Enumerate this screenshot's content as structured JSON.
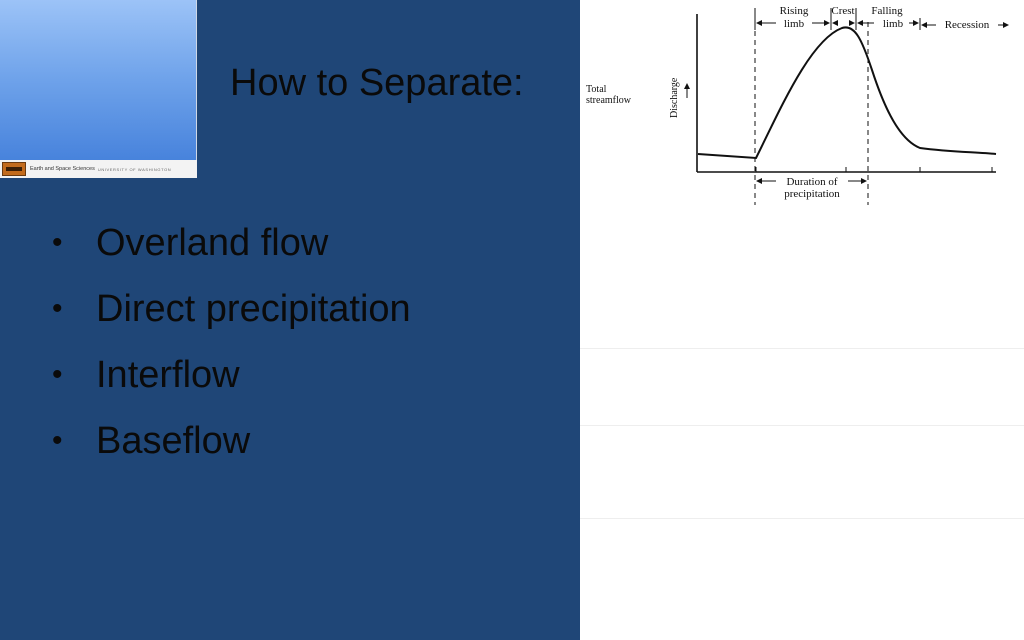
{
  "slide": {
    "title": "How to Separate:",
    "bullets": [
      "Overland flow",
      "Direct precipitation",
      "Interflow",
      "Baseflow"
    ]
  },
  "logo": {
    "org": "Earth and Space Sciences",
    "university": "UNIVERSITY OF WASHINGTON"
  },
  "diagram": {
    "series_label_line1": "Total",
    "series_label_line2": "streamflow",
    "y_label": "Discharge",
    "rising_limb_1": "Rising",
    "rising_limb_2": "limb",
    "crest": "Crest",
    "falling_limb_1": "Falling",
    "falling_limb_2": "limb",
    "recession": "Recession",
    "duration_1": "Duration of",
    "duration_2": "precipitation"
  },
  "colors": {
    "slide_background": "#1f4677",
    "text": "#0a0a0a"
  }
}
